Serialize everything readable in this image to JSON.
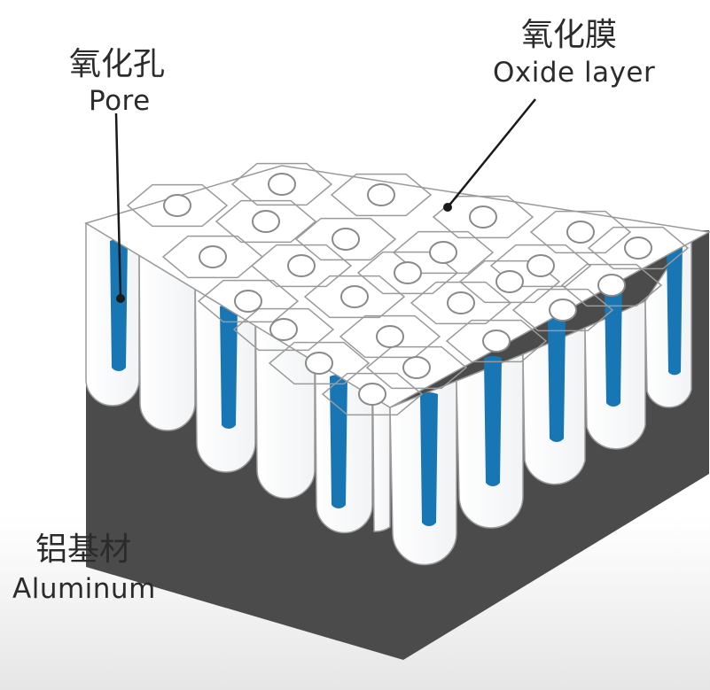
{
  "labels": {
    "pore": {
      "zh": "氧化孔",
      "en": "Pore"
    },
    "oxide_layer": {
      "zh": "氧化膜",
      "en": "Oxide layer"
    },
    "aluminum": {
      "zh": "铝基材",
      "en": "Aluminum"
    }
  },
  "colors": {
    "background": "#ffffff",
    "substrate": "#4b4b4b",
    "cell_fill": "#ffffff",
    "cell_stroke": "#9a9a9a",
    "pore_blue": "#1976b5",
    "leader_line": "#1a1a1a"
  }
}
